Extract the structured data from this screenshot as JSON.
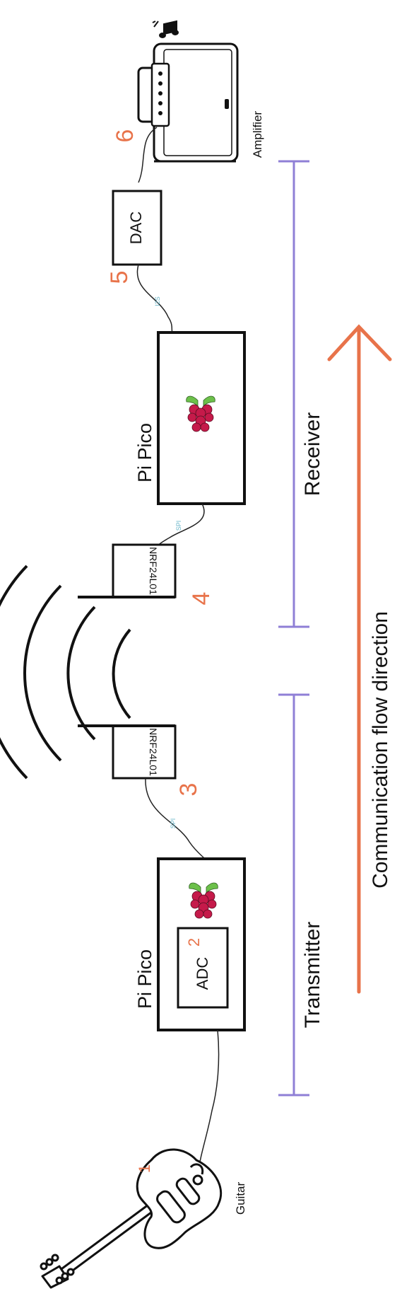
{
  "diagram": {
    "components": {
      "guitar_label": "Guitar",
      "amplifier_label": "Amplifier",
      "dac_label": "DAC",
      "adc_label": "ADC",
      "nrf_tx_label": "NRF24L01",
      "nrf_rx_label": "NRF24L01",
      "pico_tx_label": "Pi Pico",
      "pico_rx_label": "Pi Pico"
    },
    "connections": {
      "spi_tx": "SPI",
      "spi_rx": "SPI",
      "i2s": "I2S"
    },
    "steps": [
      "1",
      "2",
      "3",
      "4",
      "5",
      "6"
    ],
    "sections": {
      "transmitter": "Transmitter",
      "receiver": "Receiver"
    },
    "flow_label": "Communication flow direction",
    "colors": {
      "step_number": "#e8734a",
      "section_bracket": "#8f7fd6",
      "flow_arrow": "#e8734a",
      "connection_label": "#6bb6c9",
      "raspberry_red": "#c51a4a",
      "raspberry_leaf": "#6cc04a",
      "outline": "#111111"
    }
  }
}
